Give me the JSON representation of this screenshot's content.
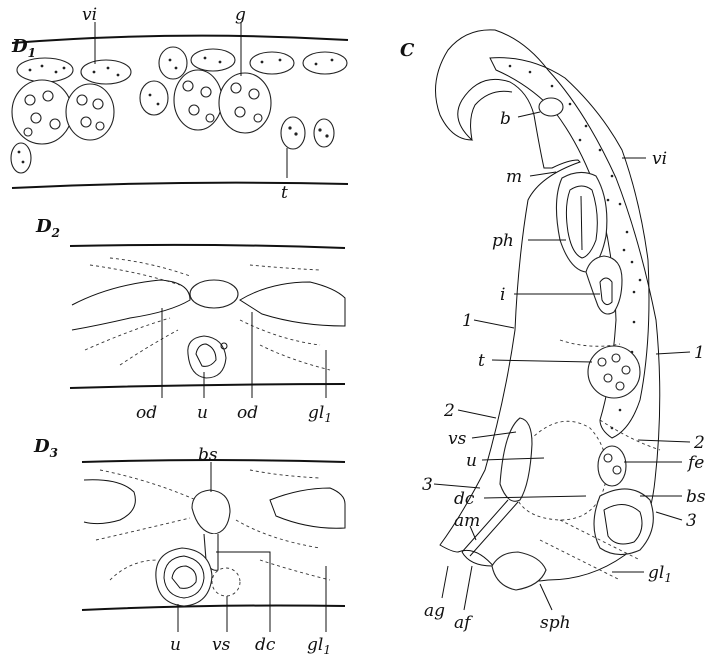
{
  "panels": {
    "d1": {
      "title": "D",
      "title_sub": "1",
      "labels": {
        "vi": "vi",
        "g": "g",
        "t": "t"
      }
    },
    "d2": {
      "title": "D",
      "title_sub": "2",
      "labels": {
        "od_left": "od",
        "u": "u",
        "od_right": "od",
        "gl": "gl",
        "gl_sub": "1"
      }
    },
    "d3": {
      "title": "D",
      "title_sub": "3",
      "labels": {
        "bs": "bs",
        "u": "u",
        "vs": "vs",
        "dc": "dc",
        "gl": "gl",
        "gl_sub": "1"
      }
    },
    "c": {
      "title": "C",
      "labels": {
        "b": "b",
        "vi": "vi",
        "m": "m",
        "ph": "ph",
        "i": "i",
        "one_left": "1",
        "one_right": "1",
        "t": "t",
        "two_left": "2",
        "two_right": "2",
        "vs": "vs",
        "u": "u",
        "fe": "fe",
        "three_left": "3",
        "three_right": "3",
        "dc": "dc",
        "bs": "bs",
        "am": "am",
        "gl": "gl",
        "gl_sub": "1",
        "ag": "ag",
        "af": "af",
        "sph": "sph"
      }
    }
  }
}
